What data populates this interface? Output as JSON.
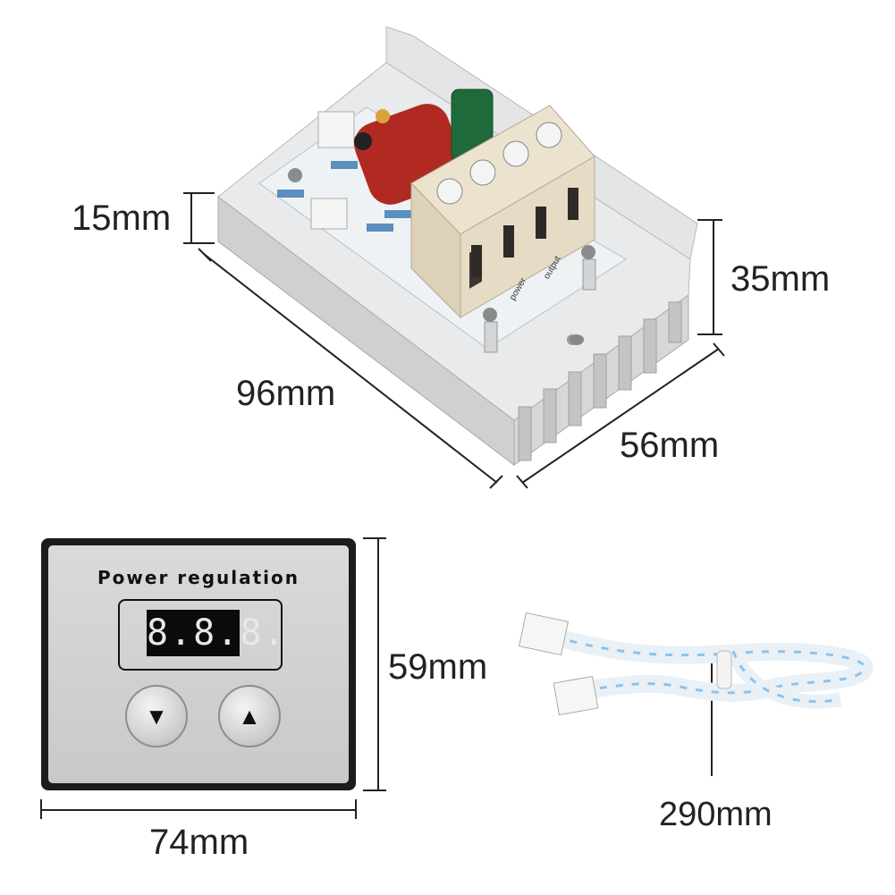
{
  "dimensions": {
    "height_board": "15mm",
    "height_total": "35mm",
    "length": "96mm",
    "width": "56mm",
    "panel_height": "59mm",
    "panel_width": "74mm",
    "cable_length": "290mm"
  },
  "panel": {
    "title": "Power regulation",
    "display": "8.8.8.",
    "down_icon": "triangle-down-icon",
    "up_icon": "triangle-up-icon"
  },
  "terminal_labels": {
    "power": "power",
    "output": "output"
  },
  "colors": {
    "heatsink": "#dcdde0",
    "board": "#eef2f4",
    "terminal_block": "#e6dcc6",
    "capacitor": "#b02a22",
    "cable_stripe": "#8fc3ea"
  }
}
